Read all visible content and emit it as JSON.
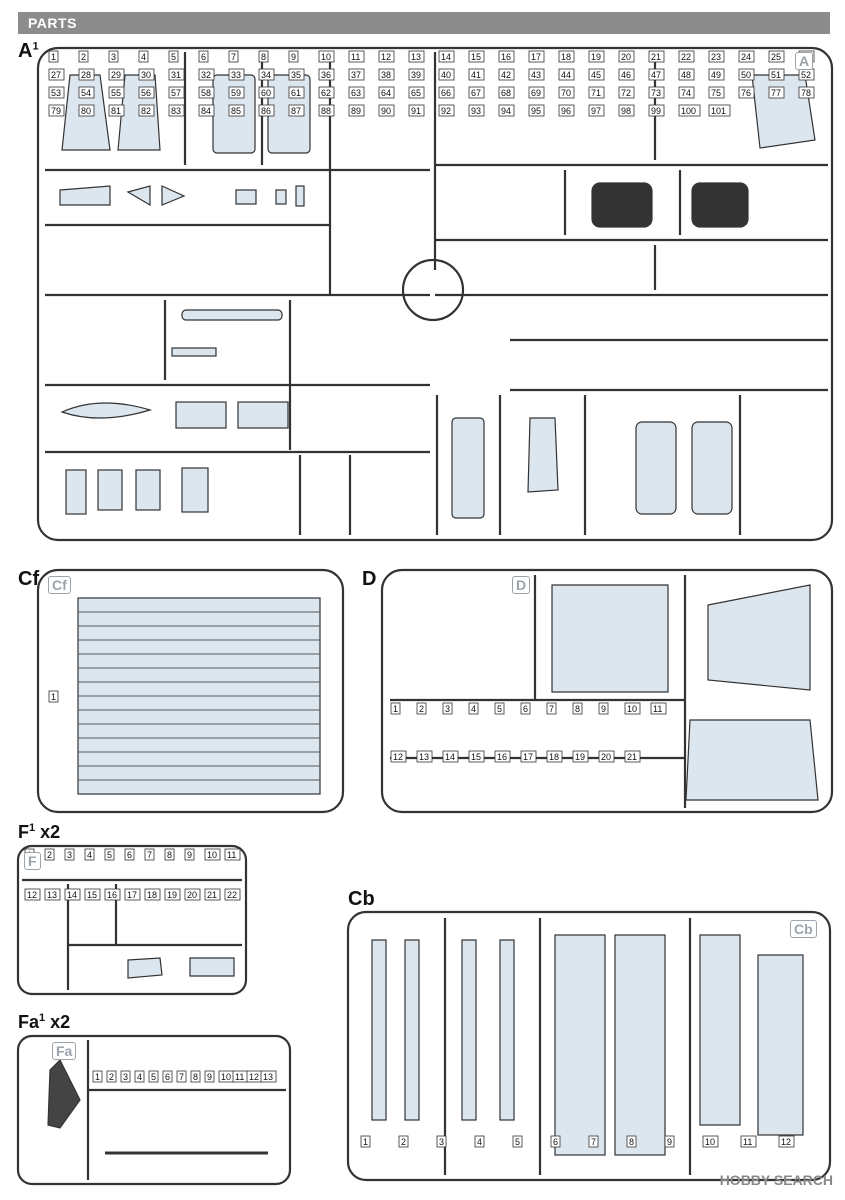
{
  "header": {
    "title": "PARTS"
  },
  "sprues": {
    "a": {
      "title": "A",
      "sup": "1",
      "mark": "A",
      "numbers": [
        "1",
        "2",
        "3",
        "4",
        "5",
        "6",
        "7",
        "8",
        "9",
        "10",
        "11",
        "12",
        "13",
        "14",
        "15",
        "16",
        "17",
        "18",
        "19",
        "20",
        "21",
        "22",
        "23",
        "24",
        "25",
        "26",
        "27",
        "28",
        "29",
        "30",
        "31",
        "32",
        "33",
        "34",
        "35",
        "36",
        "37",
        "38",
        "39",
        "40",
        "41",
        "42",
        "43",
        "44",
        "45",
        "46",
        "47",
        "48",
        "49",
        "50",
        "51",
        "52",
        "53",
        "54",
        "55",
        "56",
        "57",
        "58",
        "59",
        "60",
        "61",
        "62",
        "63",
        "64",
        "65",
        "66",
        "67",
        "68",
        "69",
        "70",
        "71",
        "72",
        "73",
        "74",
        "75",
        "76",
        "77",
        "78",
        "79",
        "80",
        "81",
        "82",
        "83",
        "84",
        "85",
        "86",
        "87",
        "88",
        "89",
        "90",
        "91",
        "92",
        "93",
        "94",
        "95",
        "96",
        "97",
        "98",
        "99",
        "100",
        "101"
      ]
    },
    "cf": {
      "title": "Cf",
      "mark": "Cf",
      "numbers": [
        "1"
      ]
    },
    "d": {
      "title": "D",
      "mark": "D",
      "numbers": [
        "1",
        "2",
        "3",
        "4",
        "5",
        "6",
        "7",
        "8",
        "9",
        "10",
        "11",
        "12",
        "13",
        "14",
        "15",
        "16",
        "17",
        "18",
        "19",
        "20",
        "21"
      ]
    },
    "f": {
      "title": "F",
      "sup": "1",
      "suffix": " x2",
      "mark": "F",
      "numbers": [
        "1",
        "2",
        "3",
        "4",
        "5",
        "6",
        "7",
        "8",
        "9",
        "10",
        "11",
        "12",
        "13",
        "14",
        "15",
        "16",
        "17",
        "18",
        "19",
        "20",
        "21",
        "22"
      ]
    },
    "fa": {
      "title": "Fa",
      "sup": "1",
      "suffix": " x2",
      "mark": "Fa",
      "numbers": [
        "1",
        "2",
        "3",
        "4",
        "5",
        "6",
        "7",
        "8",
        "9",
        "10",
        "11",
        "12",
        "13"
      ]
    },
    "cb": {
      "title": "Cb",
      "mark": "Cb",
      "numbers": [
        "1",
        "2",
        "3",
        "4",
        "5",
        "6",
        "7",
        "8",
        "9",
        "10",
        "11",
        "12"
      ]
    }
  },
  "watermark": "HOBBY SEARCH",
  "colors": {
    "header": "#8c8c8c",
    "sprue": "#333333",
    "part_fill": "#dce6ef",
    "mark": "#9aa4ad"
  }
}
